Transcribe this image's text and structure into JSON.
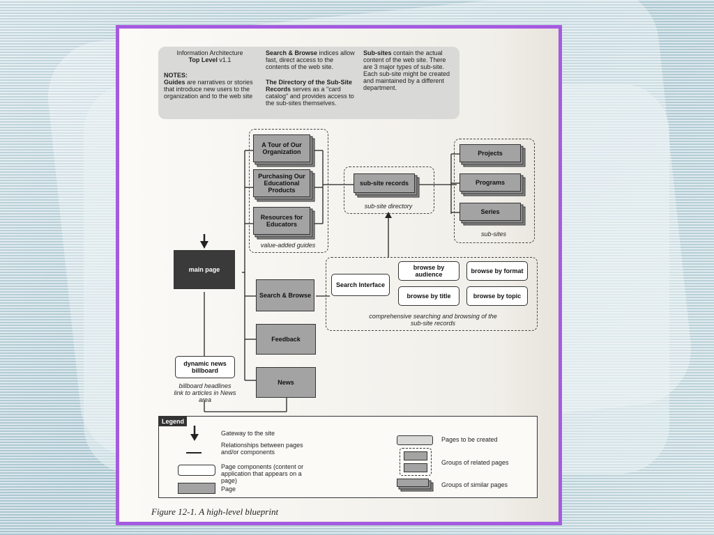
{
  "notes": {
    "ia_title": "Information Architecture",
    "ia_top": "Top Level",
    "ia_version": "v1.1",
    "notes_label": "NOTES:",
    "guides_term": "Guides",
    "guides_text": "are narratives or stories that introduce new users to the organization and to the web site",
    "search_term": "Search & Browse",
    "search_text": "indices allow fast, direct access to the contents of the web site.",
    "directory_term": "The Directory of the Sub-Site Records",
    "directory_text": "serves as a \"card catalog\" and provides access to the sub-sites themselves.",
    "subsites_term": "Sub-sites",
    "subsites_text": "contain the actual content of the web site. There are 3 major types of sub-site. Each sub-site might be created and maintained by a different department."
  },
  "diagram": {
    "main_page": "main page",
    "guides": [
      "A Tour of Our Organization",
      "Purchasing Our Educational Products",
      "Resources for Educators"
    ],
    "guides_caption": "value-added guides",
    "sub_site_records": "sub-site records",
    "directory_caption": "sub-site directory",
    "subsites": [
      "Projects",
      "Programs",
      "Series"
    ],
    "subsites_caption": "sub-sites",
    "search_browse": "Search & Browse",
    "search_interface": "Search Interface",
    "browse_audience": "browse by audience",
    "browse_format": "browse by format",
    "browse_title": "browse by title",
    "browse_topic": "browse by topic",
    "search_caption": "comprehensive searching and browsing of the sub-site records",
    "feedback": "Feedback",
    "news": "News",
    "news_billboard": "dynamic news billboard",
    "billboard_caption": "billboard headlines link to articles in News area"
  },
  "legend": {
    "title": "Legend",
    "gateway": "Gateway to the site",
    "relationships": "Relationships between pages and/or components",
    "components": "Page components (content or application that appears on a page)",
    "page": "Page",
    "to_be_created": "Pages to be created",
    "related": "Groups of related pages",
    "similar": "Groups of similar pages"
  },
  "caption": "Figure 12-1. A high-level blueprint"
}
